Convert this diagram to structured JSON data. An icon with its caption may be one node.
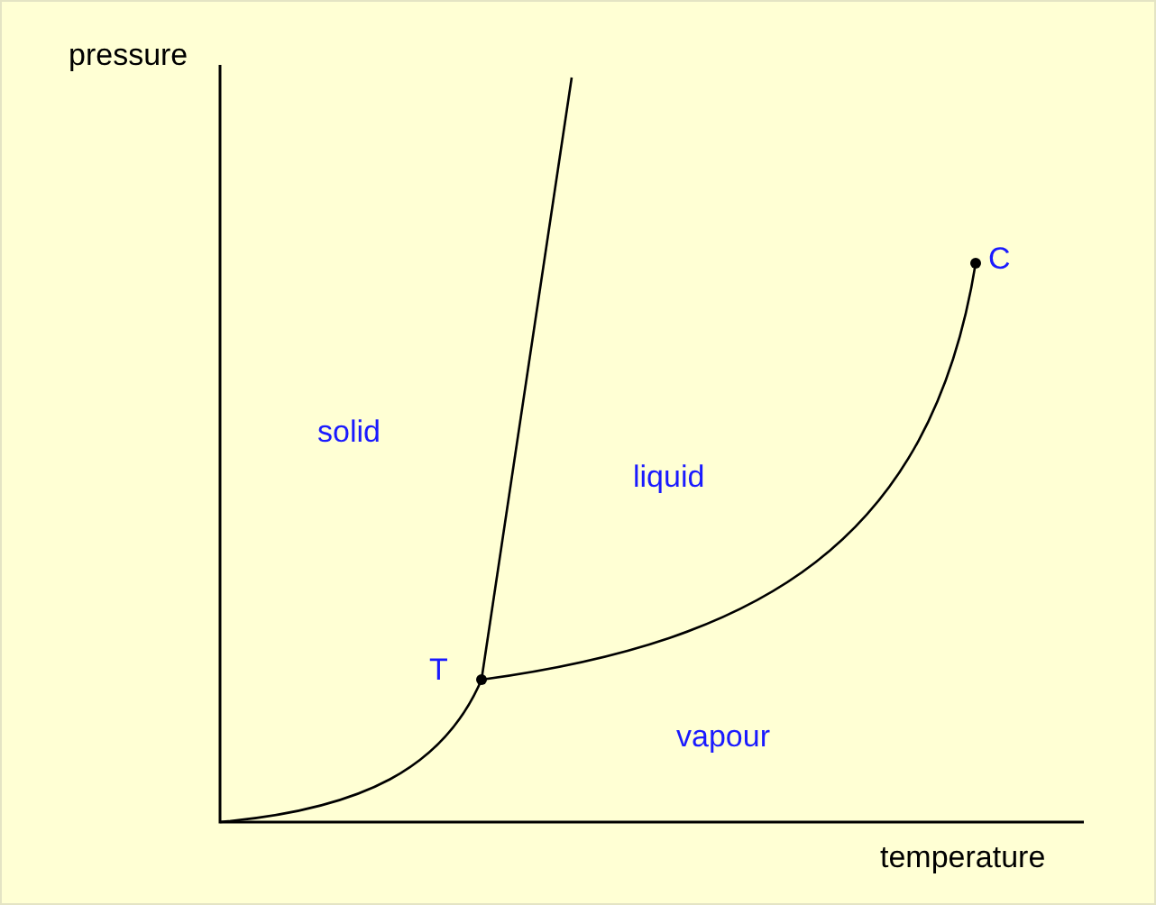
{
  "diagram": {
    "labels": [
      "pressure",
      "C",
      "solid",
      "liquid",
      "T",
      "vapour",
      "temperature"
    ]
  }
}
